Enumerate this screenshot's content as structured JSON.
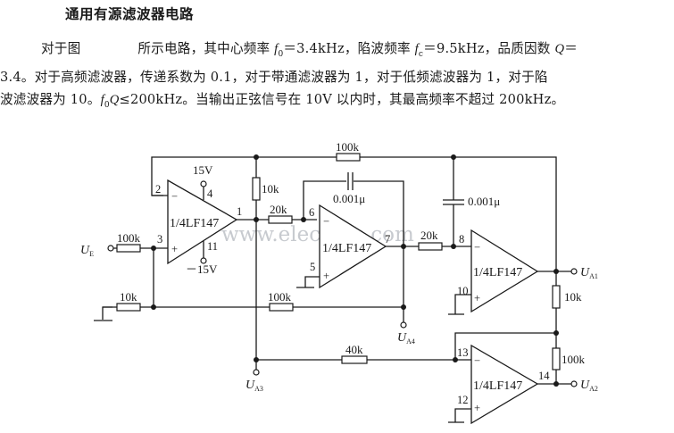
{
  "title": "通用有源滤波器电路",
  "paragraph": {
    "line1_a": "对于图",
    "line1_b": "所示电路，其中心频率 ",
    "f0": "f",
    "f0_sub": "0",
    "line1_c": "＝3.4kHz，陷波频率 ",
    "fc": "f",
    "fc_sub": "c",
    "line1_d": "＝9.5kHz，品质因数 ",
    "q": "Q",
    "line1_e": "＝",
    "line2": "3.4。对于高频滤波器，传递系数为 0.1，对于带通滤波器为 1，对于低频滤波器为 1，对于陷",
    "line3_a": "波滤波器为 10。",
    "line3_f": "f",
    "line3_sub": "0",
    "line3_q": "Q",
    "line3_b": "≤200kHz。当输出正弦信号在 10V 以内时，其最高频率不超过 200kHz。"
  },
  "circuit": {
    "opamps": [
      {
        "id": "A1",
        "label": "1/4LF147",
        "pins": {
          "inv": "2",
          "noninv": "3",
          "out": "1",
          "vplus": "4",
          "vminus": "11"
        }
      },
      {
        "id": "A2",
        "label": "1/4LF147",
        "pins": {
          "inv": "6",
          "noninv": "5",
          "out": "7"
        }
      },
      {
        "id": "A3",
        "label": "1/4LF147",
        "pins": {
          "inv": "8",
          "noninv": "10"
        }
      },
      {
        "id": "A4",
        "label": "1/4LF147",
        "pins": {
          "inv": "13",
          "noninv": "12",
          "out": "14"
        }
      }
    ],
    "supply": {
      "positive": "15V",
      "negative": "－15V"
    },
    "resistors": {
      "r_in": "100k",
      "r_gnd": "10k",
      "r_top": "100k",
      "r_vert": "10k",
      "r_int1": "20k",
      "r_fb_mid": "100k",
      "r_int2": "20k",
      "r_out1": "10k",
      "r_40k": "40k",
      "r_out2": "100k"
    },
    "capacitors": {
      "c1": "0.001μ",
      "c2": "0.001μ"
    },
    "terminals": {
      "input": {
        "main": "U",
        "sub": "E"
      },
      "ua1": {
        "main": "U",
        "sub": "A1"
      },
      "ua2": {
        "main": "U",
        "sub": "A2"
      },
      "ua3": {
        "main": "U",
        "sub": "A3"
      },
      "ua4": {
        "main": "U",
        "sub": "A4"
      }
    },
    "watermark": "www.elecfans.com"
  }
}
